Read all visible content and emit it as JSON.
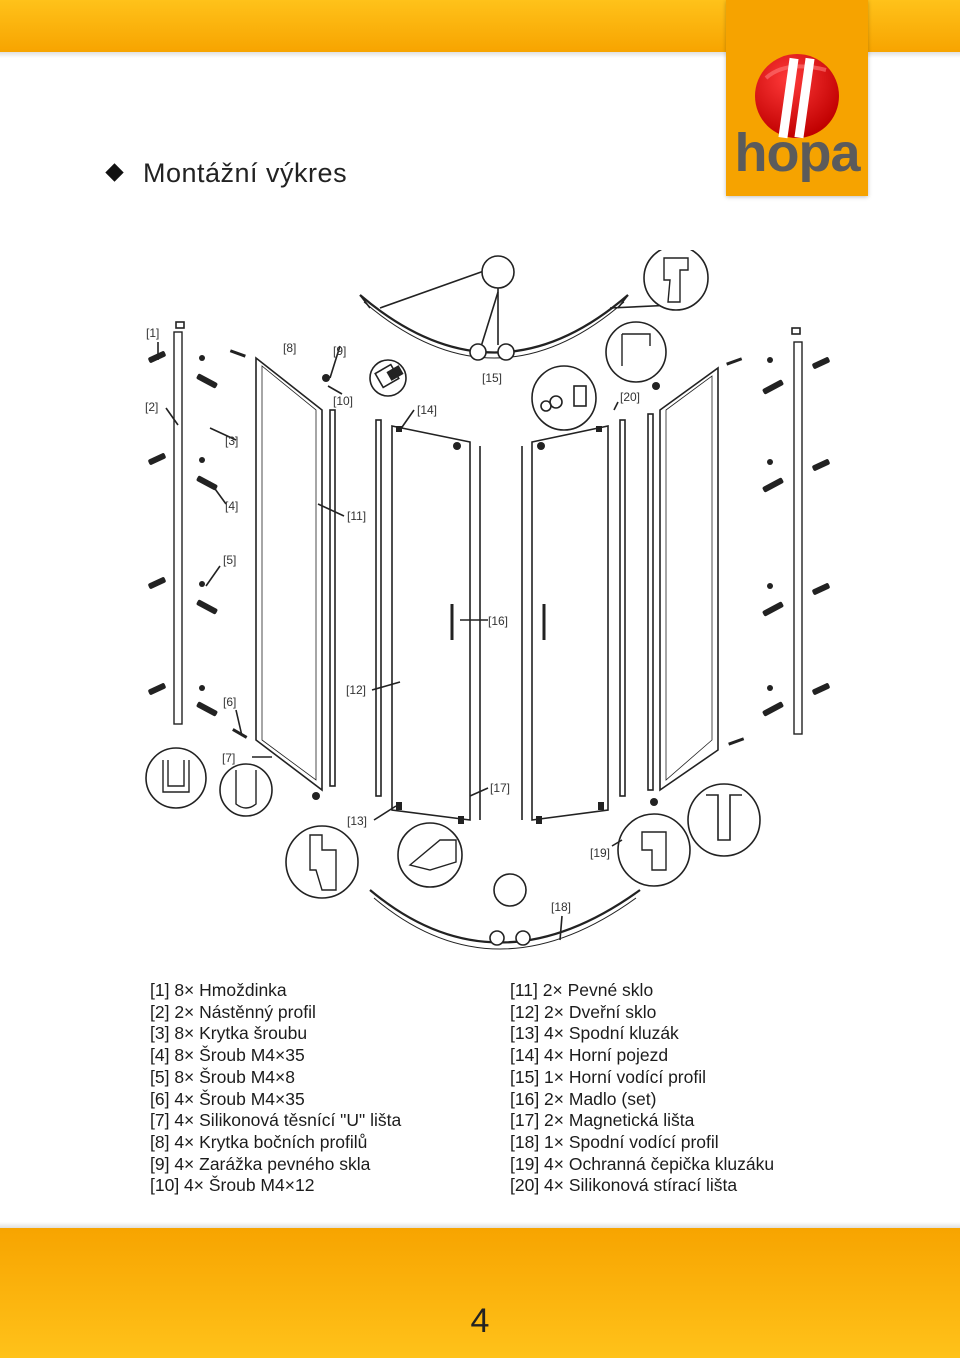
{
  "header": {
    "title": "Montážní výkres",
    "brand": "hopa",
    "brand_color": "#f6a300",
    "band_color": "#ffb400"
  },
  "drawing": {
    "callouts": [
      "[1]",
      "[2]",
      "[3]",
      "[4]",
      "[5]",
      "[6]",
      "[7]",
      "[8]",
      "[9]",
      "[10]",
      "[11]",
      "[12]",
      "[13]",
      "[14]",
      "[15]",
      "[16]",
      "[17]",
      "[18]",
      "[19]",
      "[20]"
    ]
  },
  "legend": {
    "left": [
      "[1] 8× Hmoždinka",
      "[2] 2× Nástěnný profil",
      "[3] 8× Krytka šroubu",
      "[4] 8× Šroub M4×35",
      "[5] 8× Šroub M4×8",
      "[6] 4× Šroub M4×35",
      "[7] 4× Silikonová těsnící \"U\" lišta",
      "[8] 4× Krytka bočních profilů",
      "[9] 4× Zarážka pevného skla",
      "[10] 4× Šroub M4×12"
    ],
    "right": [
      "[11] 2× Pevné sklo",
      "[12] 2× Dveřní sklo",
      "[13] 4× Spodní kluzák",
      "[14] 4× Horní pojezd",
      "[15] 1× Horní vodící profil",
      "[16] 2× Madlo (set)",
      "[17] 2× Magnetická lišta",
      "[18] 1× Spodní vodící profil",
      "[19] 4× Ochranná čepička kluzáku",
      "[20] 4× Silikonová stírací lišta"
    ]
  },
  "footer": {
    "page_number": "4"
  }
}
